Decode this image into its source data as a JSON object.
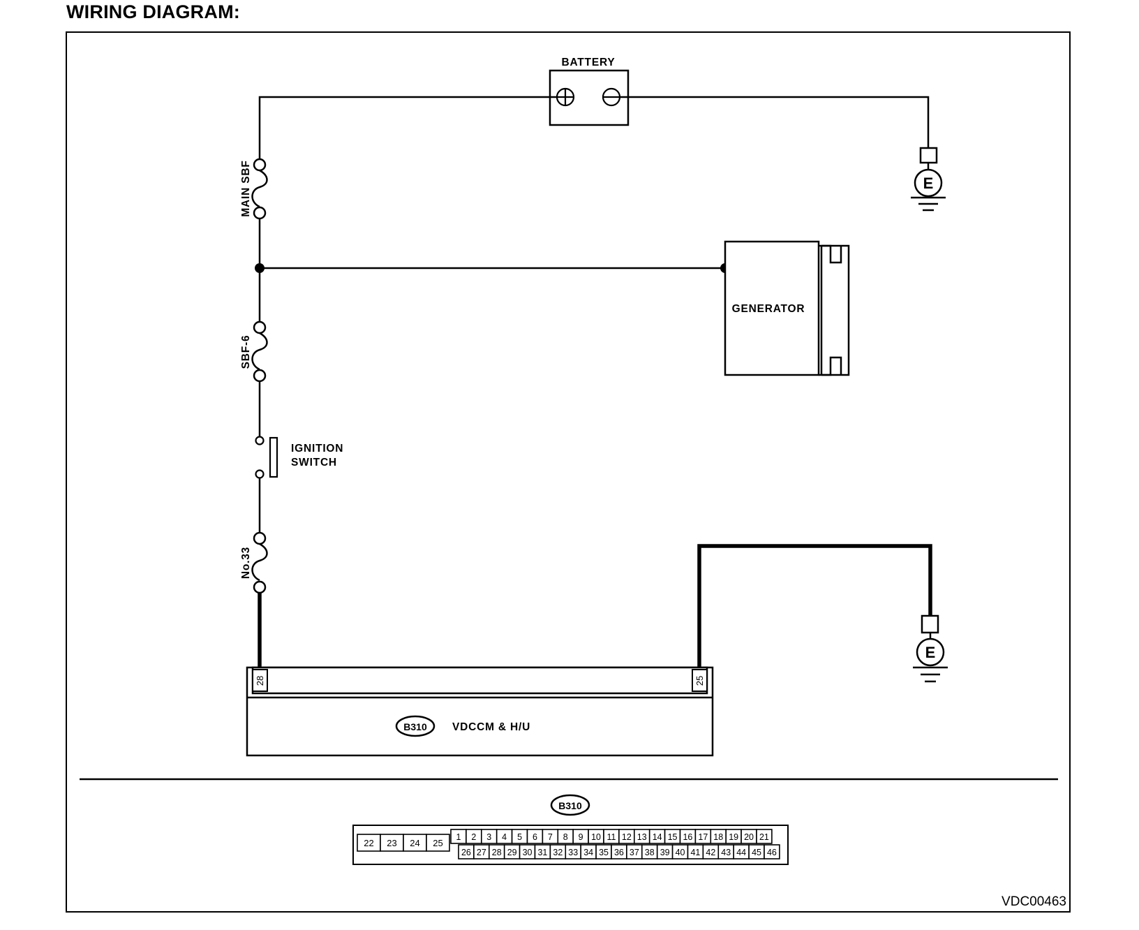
{
  "title": "WIRING DIAGRAM:",
  "components": {
    "battery": "BATTERY",
    "main_sbf": "MAIN SBF",
    "generator": "GENERATOR",
    "sbf6": "SBF-6",
    "ignition_switch_line1": "IGNITION",
    "ignition_switch_line2": "SWITCH",
    "fuse_no33": "No.33",
    "ground_symbol": "E",
    "connector_code": "B310",
    "module_name": "VDCCM & H/U"
  },
  "terminals": {
    "left_pin": "28",
    "right_pin": "25"
  },
  "connector_face": {
    "label": "B310",
    "left_block": [
      "22",
      "23",
      "24",
      "25"
    ],
    "top_row": [
      "1",
      "2",
      "3",
      "4",
      "5",
      "6",
      "7",
      "8",
      "9",
      "10",
      "11",
      "12",
      "13",
      "14",
      "15",
      "16",
      "17",
      "18",
      "19",
      "20",
      "21"
    ],
    "bottom_row": [
      "26",
      "27",
      "28",
      "29",
      "30",
      "31",
      "32",
      "33",
      "34",
      "35",
      "36",
      "37",
      "38",
      "39",
      "40",
      "41",
      "42",
      "43",
      "44",
      "45",
      "46"
    ]
  },
  "figure_code": "VDC00463"
}
